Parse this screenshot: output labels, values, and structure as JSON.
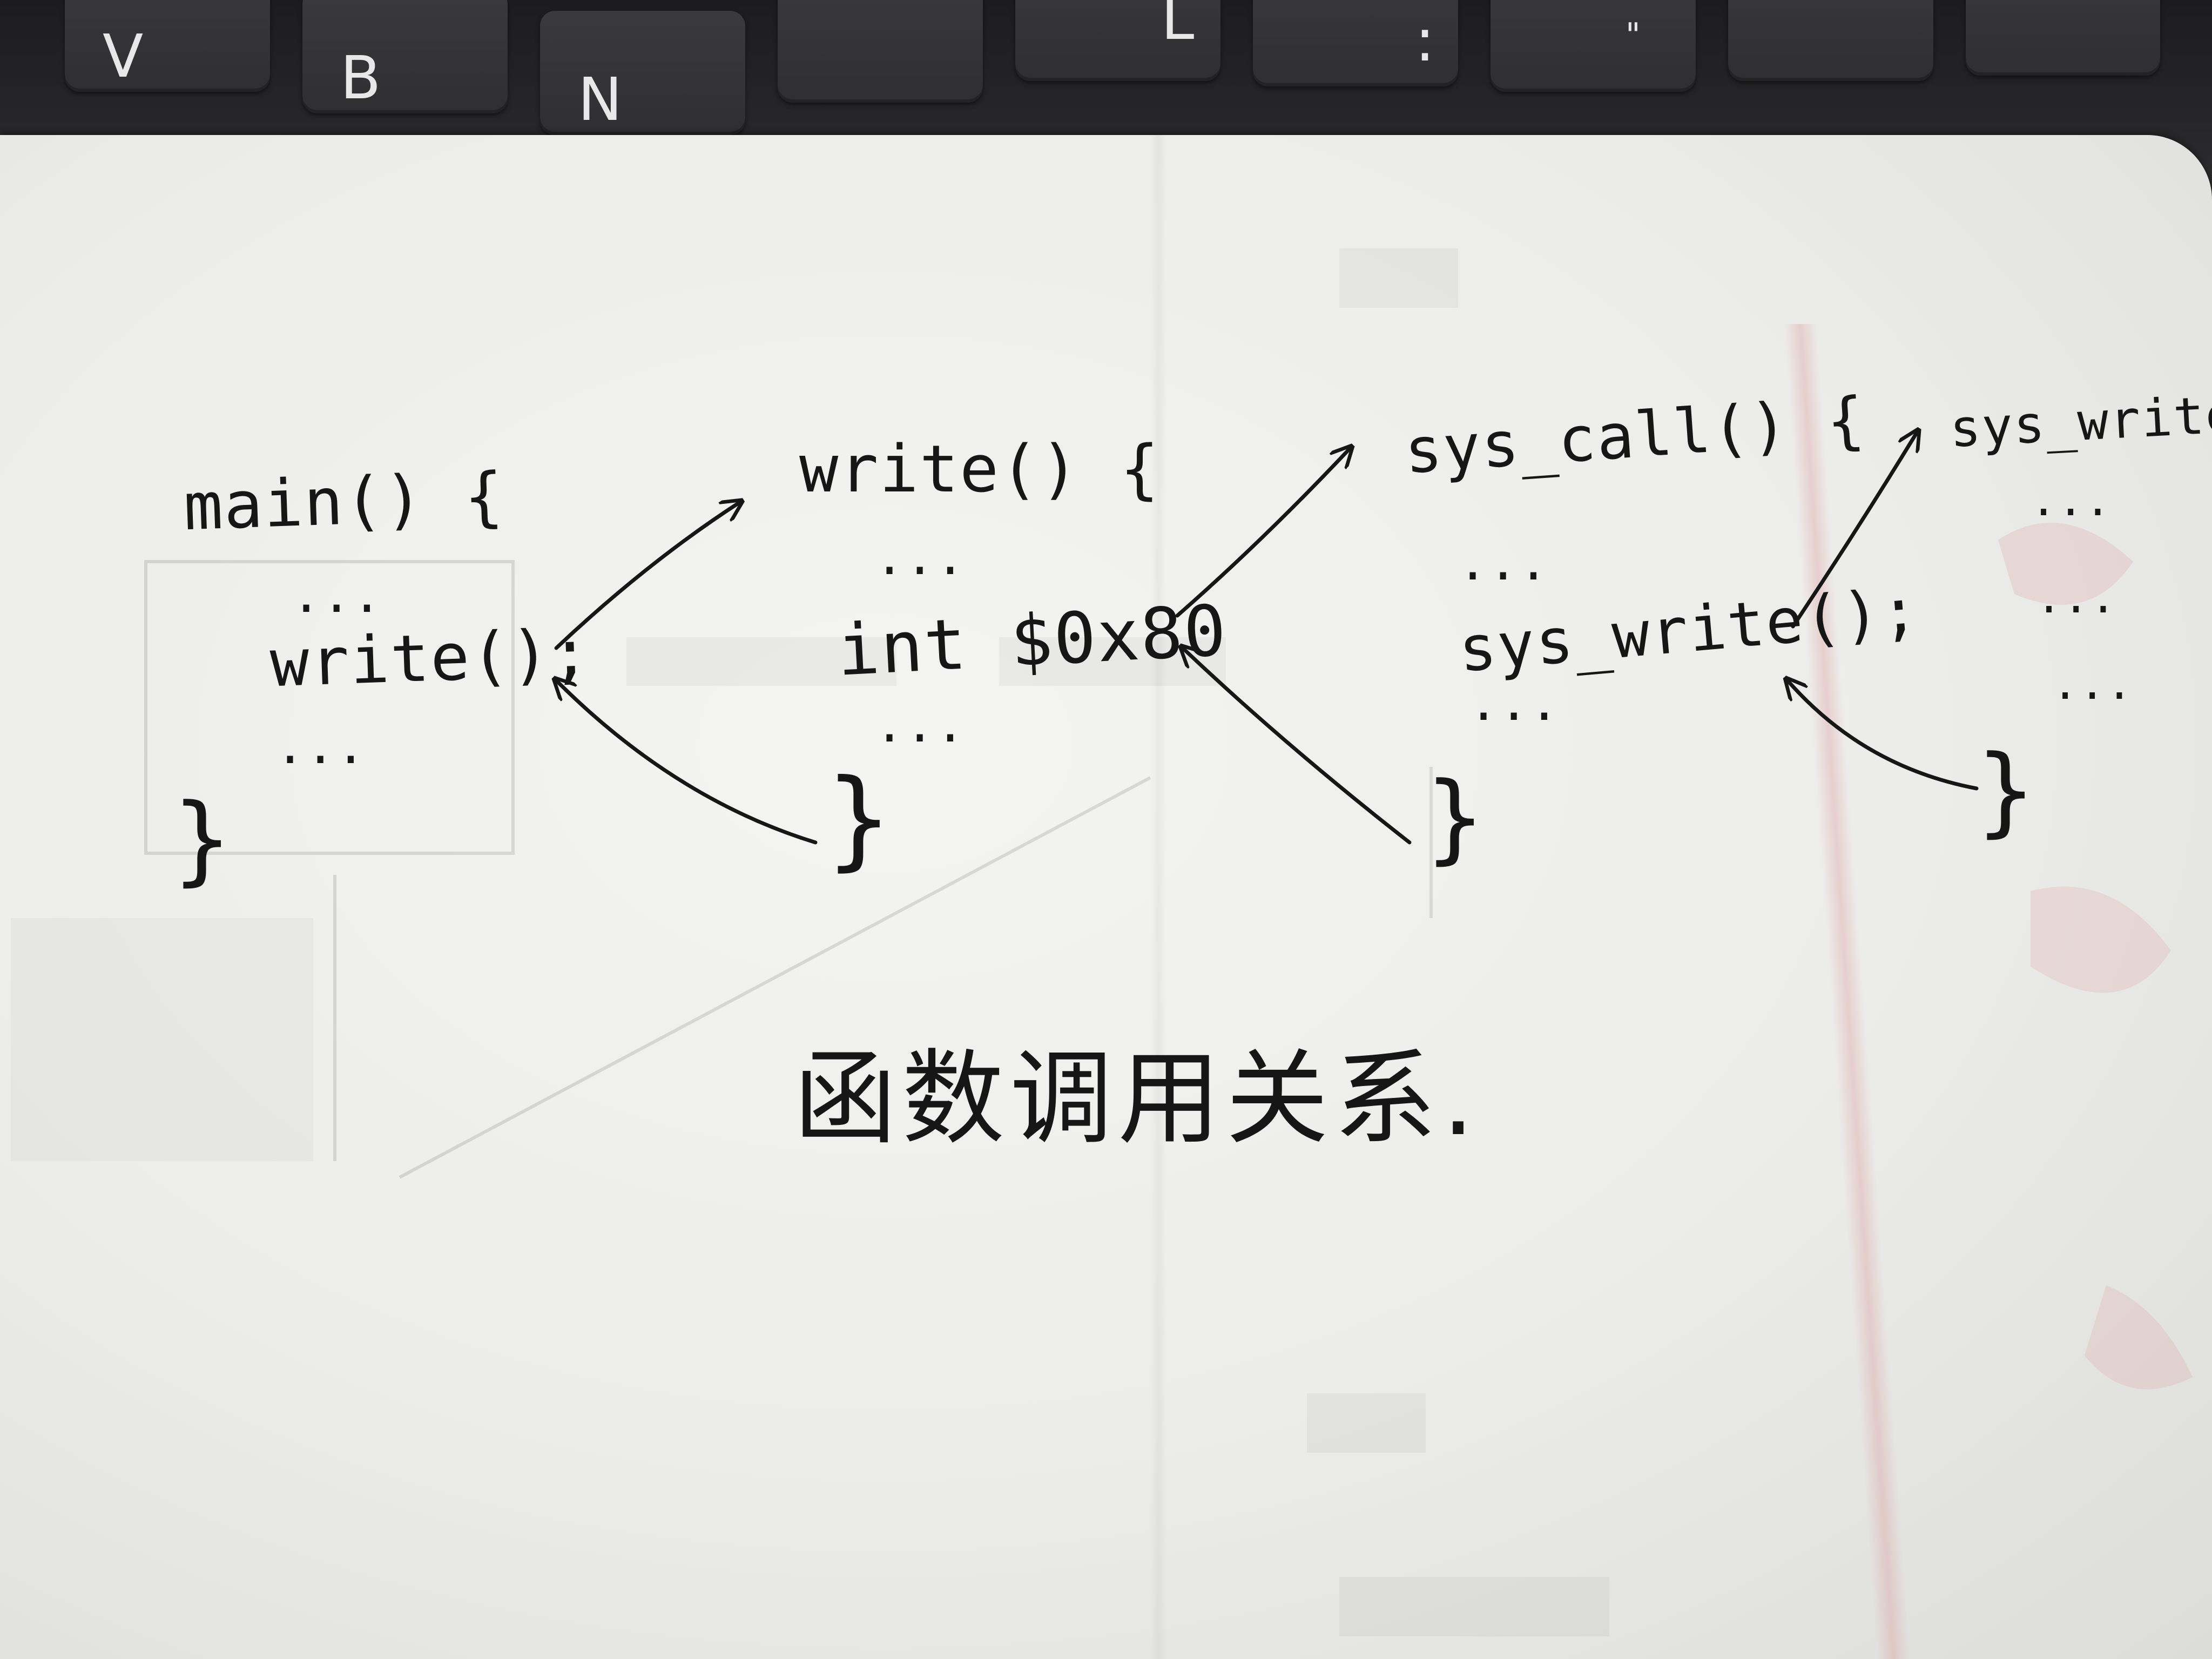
{
  "keyboard": {
    "keys": [
      "V",
      "B",
      "N",
      "L",
      ":",
      "\""
    ]
  },
  "note": {
    "main_header": "main() {",
    "main_dots_top": "...",
    "main_call": "write();",
    "main_dots_bottom": "...",
    "main_close": "}",
    "write_header": "write() {",
    "write_dots_top": "...",
    "write_int": "int  $0x80",
    "write_dots_bottom": "...",
    "write_close": "}",
    "syscall_header": "sys_call() {",
    "syscall_dots_top": "...",
    "syscall_call": "sys_write();",
    "syscall_dots_bottom": "...",
    "syscall_close": "}",
    "syswrite_header": "sys_write() {",
    "syswrite_dots_1": "...",
    "syswrite_dots_2": "...",
    "syswrite_dots_3": "...",
    "syswrite_close": "}",
    "caption": "函数调用关系."
  },
  "colors": {
    "ink": "#161616",
    "paper": "#ececea",
    "keyboard": "#2b2b2d",
    "margin_line": "#dc9696"
  }
}
